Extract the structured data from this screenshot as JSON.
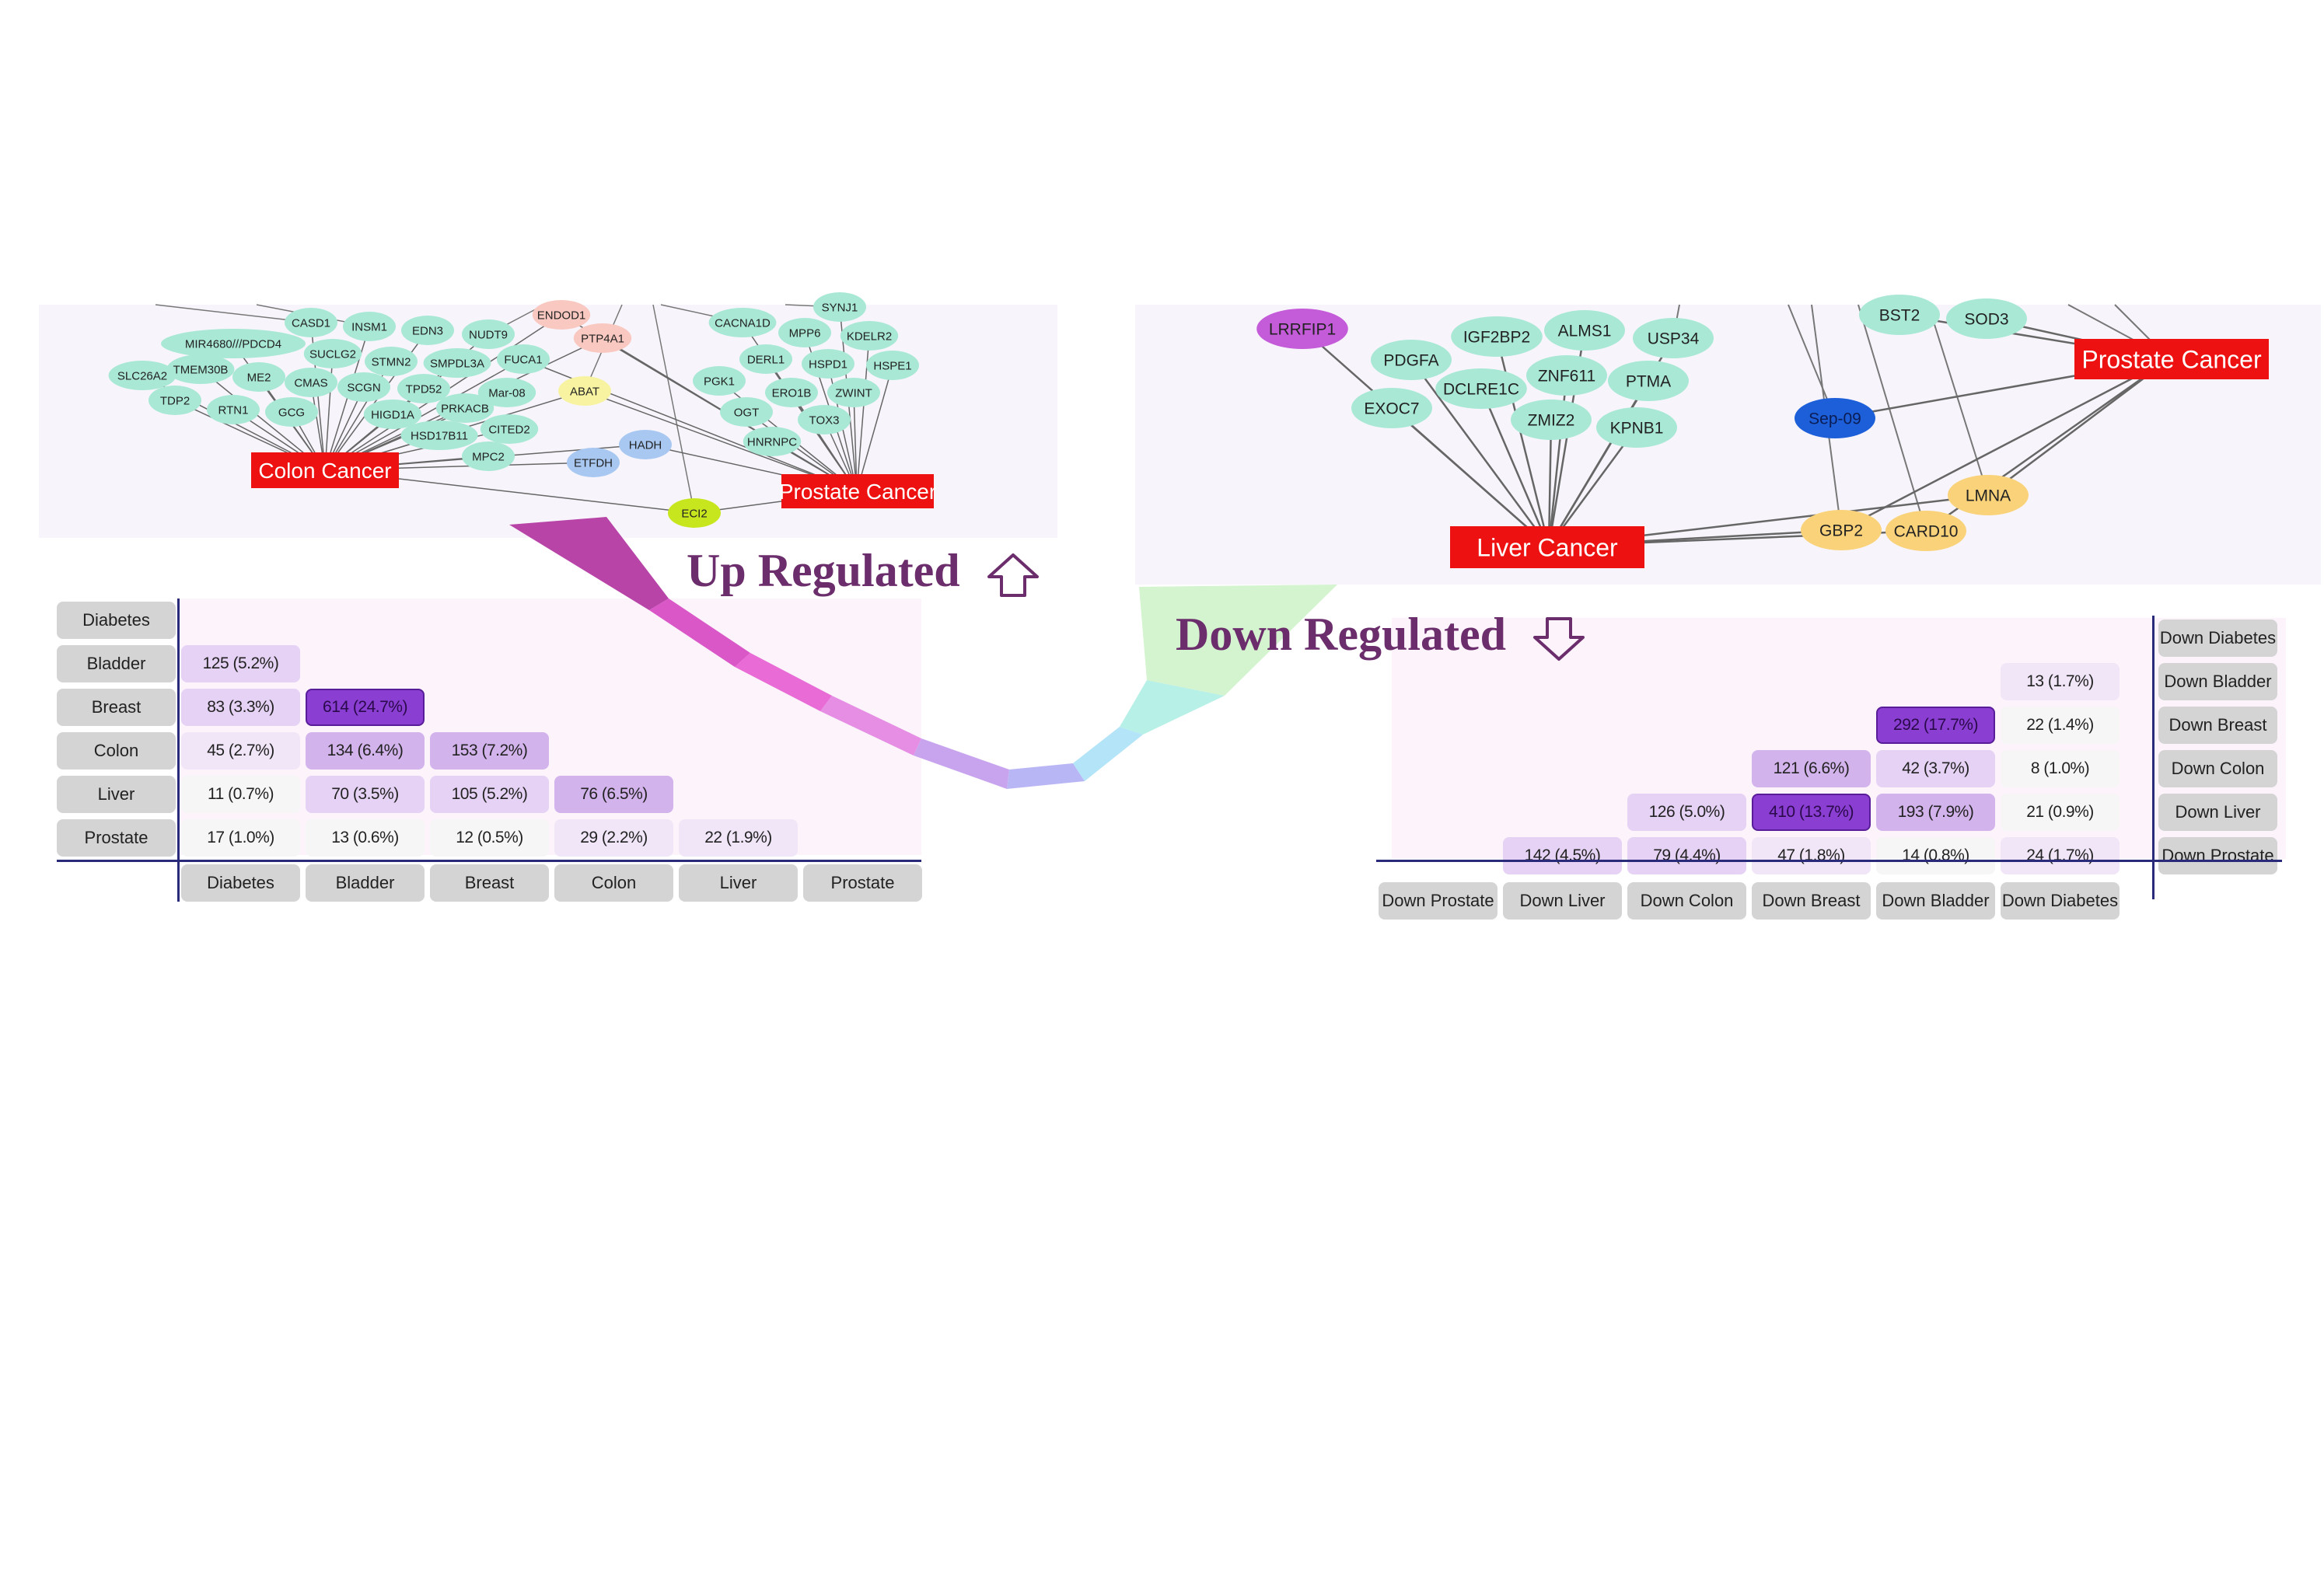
{
  "titles": {
    "up": "Up Regulated",
    "down": "Down Regulated"
  },
  "icons": {
    "up": "up-arrow-outline-icon",
    "down": "down-arrow-outline-icon"
  },
  "colors": {
    "title": "#6b2d6b",
    "disease_box": "#ee1111",
    "gene_node": "#a8e8d4",
    "label_bg": "#d4d4d4"
  },
  "network_left": {
    "diseases": [
      "Colon Cancer",
      "Prostate Cancer"
    ],
    "genes": [
      "CASD1",
      "INSM1",
      "EDN3",
      "NUDT9",
      "ENDOD1",
      "PTP4A1",
      "CACNA1D",
      "MPP6",
      "KDELR2",
      "SYNJ1",
      "MIR4680///PDCD4",
      "SUCLG2",
      "STMN2",
      "SMPDL3A",
      "FUCA1",
      "DERL1",
      "HSPD1",
      "HSPE1",
      "SLC26A2",
      "TMEM30B",
      "ME2",
      "CMAS",
      "SCGN",
      "TPD52",
      "Mar-08",
      "ABAT",
      "PGK1",
      "ERO1B",
      "ZWINT",
      "TDP2",
      "RTN1",
      "GCG",
      "HIGD1A",
      "PRKACB",
      "OGT",
      "TOX3",
      "HSD17B11",
      "CITED2",
      "HADH",
      "HNRNPC",
      "MPC2",
      "ETFDH",
      "ECI2"
    ]
  },
  "network_right": {
    "diseases": [
      "Liver Cancer",
      "Prostate Cancer"
    ],
    "genes": [
      "LRRFIP1",
      "BST2",
      "SOD3",
      "IGF2BP2",
      "ALMS1",
      "USP34",
      "PDGFA",
      "ZNF611",
      "PTMA",
      "DCLRE1C",
      "EXOC7",
      "ZMIZ2",
      "KPNB1",
      "Sep-09",
      "LMNA",
      "GBP2",
      "CARD10"
    ]
  },
  "up_matrix": {
    "rows": [
      "Diabetes",
      "Bladder",
      "Breast",
      "Colon",
      "Liver",
      "Prostate"
    ],
    "cols": [
      "Diabetes",
      "Bladder",
      "Breast",
      "Colon",
      "Liver",
      "Prostate"
    ],
    "cells": [
      {
        "row": 1,
        "col": 0,
        "text": "125 (5.2%)"
      },
      {
        "row": 2,
        "col": 0,
        "text": "83 (3.3%)"
      },
      {
        "row": 2,
        "col": 1,
        "text": "614 (24.7%)"
      },
      {
        "row": 3,
        "col": 0,
        "text": "45 (2.7%)"
      },
      {
        "row": 3,
        "col": 1,
        "text": "134 (6.4%)"
      },
      {
        "row": 3,
        "col": 2,
        "text": "153 (7.2%)"
      },
      {
        "row": 4,
        "col": 0,
        "text": "11 (0.7%)"
      },
      {
        "row": 4,
        "col": 1,
        "text": "70 (3.5%)"
      },
      {
        "row": 4,
        "col": 2,
        "text": "105 (5.2%)"
      },
      {
        "row": 4,
        "col": 3,
        "text": "76 (6.5%)"
      },
      {
        "row": 5,
        "col": 0,
        "text": "17 (1.0%)"
      },
      {
        "row": 5,
        "col": 1,
        "text": "13 (0.6%)"
      },
      {
        "row": 5,
        "col": 2,
        "text": "12 (0.5%)"
      },
      {
        "row": 5,
        "col": 3,
        "text": "29 (2.2%)"
      },
      {
        "row": 5,
        "col": 4,
        "text": "22 (1.9%)"
      }
    ]
  },
  "down_matrix": {
    "rows": [
      "Down Diabetes",
      "Down Bladder",
      "Down Breast",
      "Down Colon",
      "Down Liver",
      "Down Prostate"
    ],
    "cols": [
      "Down Prostate",
      "Down Liver",
      "Down Colon",
      "Down Breast",
      "Down Bladder",
      "Down Diabetes"
    ],
    "cells": [
      {
        "row": 1,
        "col": 5,
        "text": "13 (1.7%)"
      },
      {
        "row": 2,
        "col": 4,
        "text": "292 (17.7%)"
      },
      {
        "row": 2,
        "col": 5,
        "text": "22 (1.4%)"
      },
      {
        "row": 3,
        "col": 3,
        "text": "121 (6.6%)"
      },
      {
        "row": 3,
        "col": 4,
        "text": "42 (3.7%)"
      },
      {
        "row": 3,
        "col": 5,
        "text": "8 (1.0%)"
      },
      {
        "row": 4,
        "col": 2,
        "text": "126 (5.0%)"
      },
      {
        "row": 4,
        "col": 3,
        "text": "410 (13.7%)"
      },
      {
        "row": 4,
        "col": 4,
        "text": "193 (7.9%)"
      },
      {
        "row": 4,
        "col": 5,
        "text": "21 (0.9%)"
      },
      {
        "row": 5,
        "col": 1,
        "text": "142 (4.5%)"
      },
      {
        "row": 5,
        "col": 2,
        "text": "79 (4.4%)"
      },
      {
        "row": 5,
        "col": 3,
        "text": "47 (1.8%)"
      },
      {
        "row": 5,
        "col": 4,
        "text": "14 (0.8%)"
      },
      {
        "row": 5,
        "col": 5,
        "text": "24 (1.7%)"
      }
    ]
  }
}
